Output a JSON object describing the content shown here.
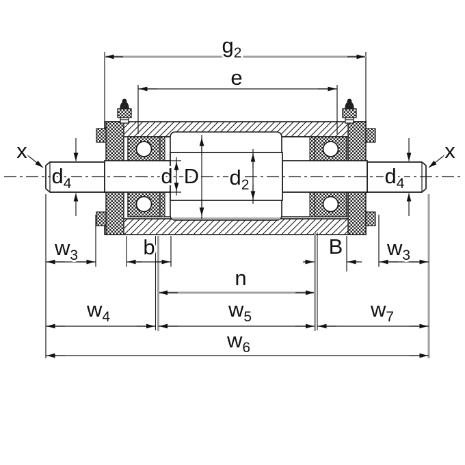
{
  "labels": {
    "g2": {
      "main": "g",
      "sub": "2"
    },
    "e": {
      "main": "e"
    },
    "x_left": {
      "main": "x"
    },
    "x_right": {
      "main": "x"
    },
    "d4_left": {
      "main": "d",
      "sub": "4"
    },
    "d4_right": {
      "main": "d",
      "sub": "4"
    },
    "d": {
      "main": "d"
    },
    "D": {
      "main": "D"
    },
    "d2": {
      "main": "d",
      "sub": "2"
    },
    "w3_left": {
      "main": "w",
      "sub": "3"
    },
    "b": {
      "main": "b"
    },
    "B": {
      "main": "B"
    },
    "w3_right": {
      "main": "w",
      "sub": "3"
    },
    "n": {
      "main": "n"
    },
    "w4": {
      "main": "w",
      "sub": "4"
    },
    "w5": {
      "main": "w",
      "sub": "5"
    },
    "w7": {
      "main": "w",
      "sub": "7"
    },
    "w6": {
      "main": "w",
      "sub": "6"
    }
  },
  "colors": {
    "line": "#1a1a1a",
    "dim_gray": "#a0a0a0",
    "background": "#ffffff"
  }
}
